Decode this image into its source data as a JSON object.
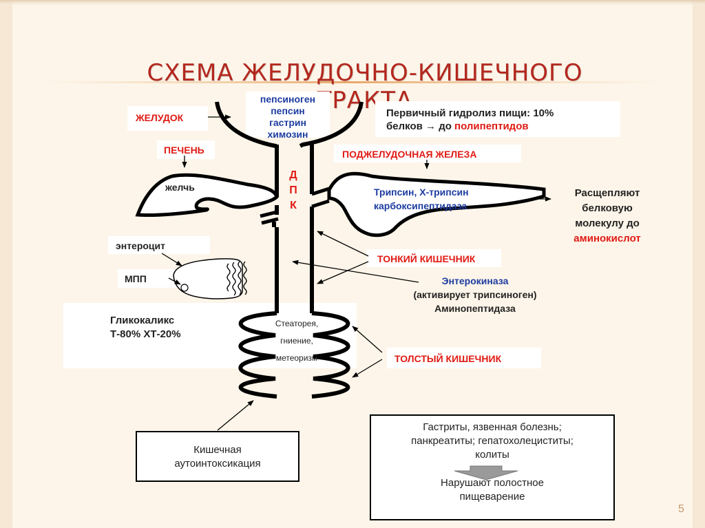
{
  "slide": {
    "title": "СХЕМА ЖЕЛУДОЧНО-КИШЕЧНОГО ТРАКТА",
    "page_number": "5"
  },
  "labels": {
    "stomach": "ЖЕЛУДОК",
    "liver": "ПЕЧЕНЬ",
    "bile": "желчь",
    "dpk_1": "Д",
    "dpk_2": "П",
    "dpk_3": "К",
    "pancreas": "ПОДЖЕЛУДОЧНАЯ ЖЕЛЕЗА",
    "enterocyte": "энтероцит",
    "mpp": "МПП",
    "small_intestine": "ТОНКИЙ КИШЕЧНИК",
    "large_intestine": "ТОЛСТЫЙ КИШЕЧНИК"
  },
  "stomach_enzymes": {
    "line1": "пепсиноген",
    "line2": "пепсин",
    "line3": "гастрин",
    "line4": "химозин"
  },
  "primary_hydrolysis": {
    "line1": "Первичный гидролиз пищи: 10%",
    "line2_prefix": "белков",
    "arrow": "→",
    "line2_mid": "до",
    "line2_red": "полипептидов"
  },
  "pancreas_enzymes": {
    "line1": "Трипсин, Х-трипсин",
    "line2": "карбоксипептидаза"
  },
  "split_note": {
    "line1": "Расщепляют",
    "line2": "белковую",
    "line3": "молекулу до",
    "line4": "аминокислот"
  },
  "small_intestine_enzymes": {
    "line1": "Энтерокиназа",
    "line2": "(активирует трипсиноген)",
    "line3": "Аминопептидаза"
  },
  "glycocalyx": {
    "line1": "Гликокаликс",
    "line2": "Т-80%  ХТ-20%"
  },
  "colon_notes": {
    "line1": "Стеаторея,",
    "line2": "гниение,",
    "line3": "метеоризм"
  },
  "autointox": {
    "line1": "Кишечная",
    "line2": "аутоинтоксикация"
  },
  "diseases": {
    "line1": "Гастриты, язвенная болезнь;",
    "line2": "панкреатиты; гепатохолециститы;",
    "line3": "колиты",
    "result1": "Нарушают полостное",
    "result2": "пищеварение"
  },
  "colors": {
    "title": "#b3271e",
    "accent_red": "#e01a14",
    "accent_blue": "#1d3ca0",
    "background": "#fdf5e9"
  }
}
